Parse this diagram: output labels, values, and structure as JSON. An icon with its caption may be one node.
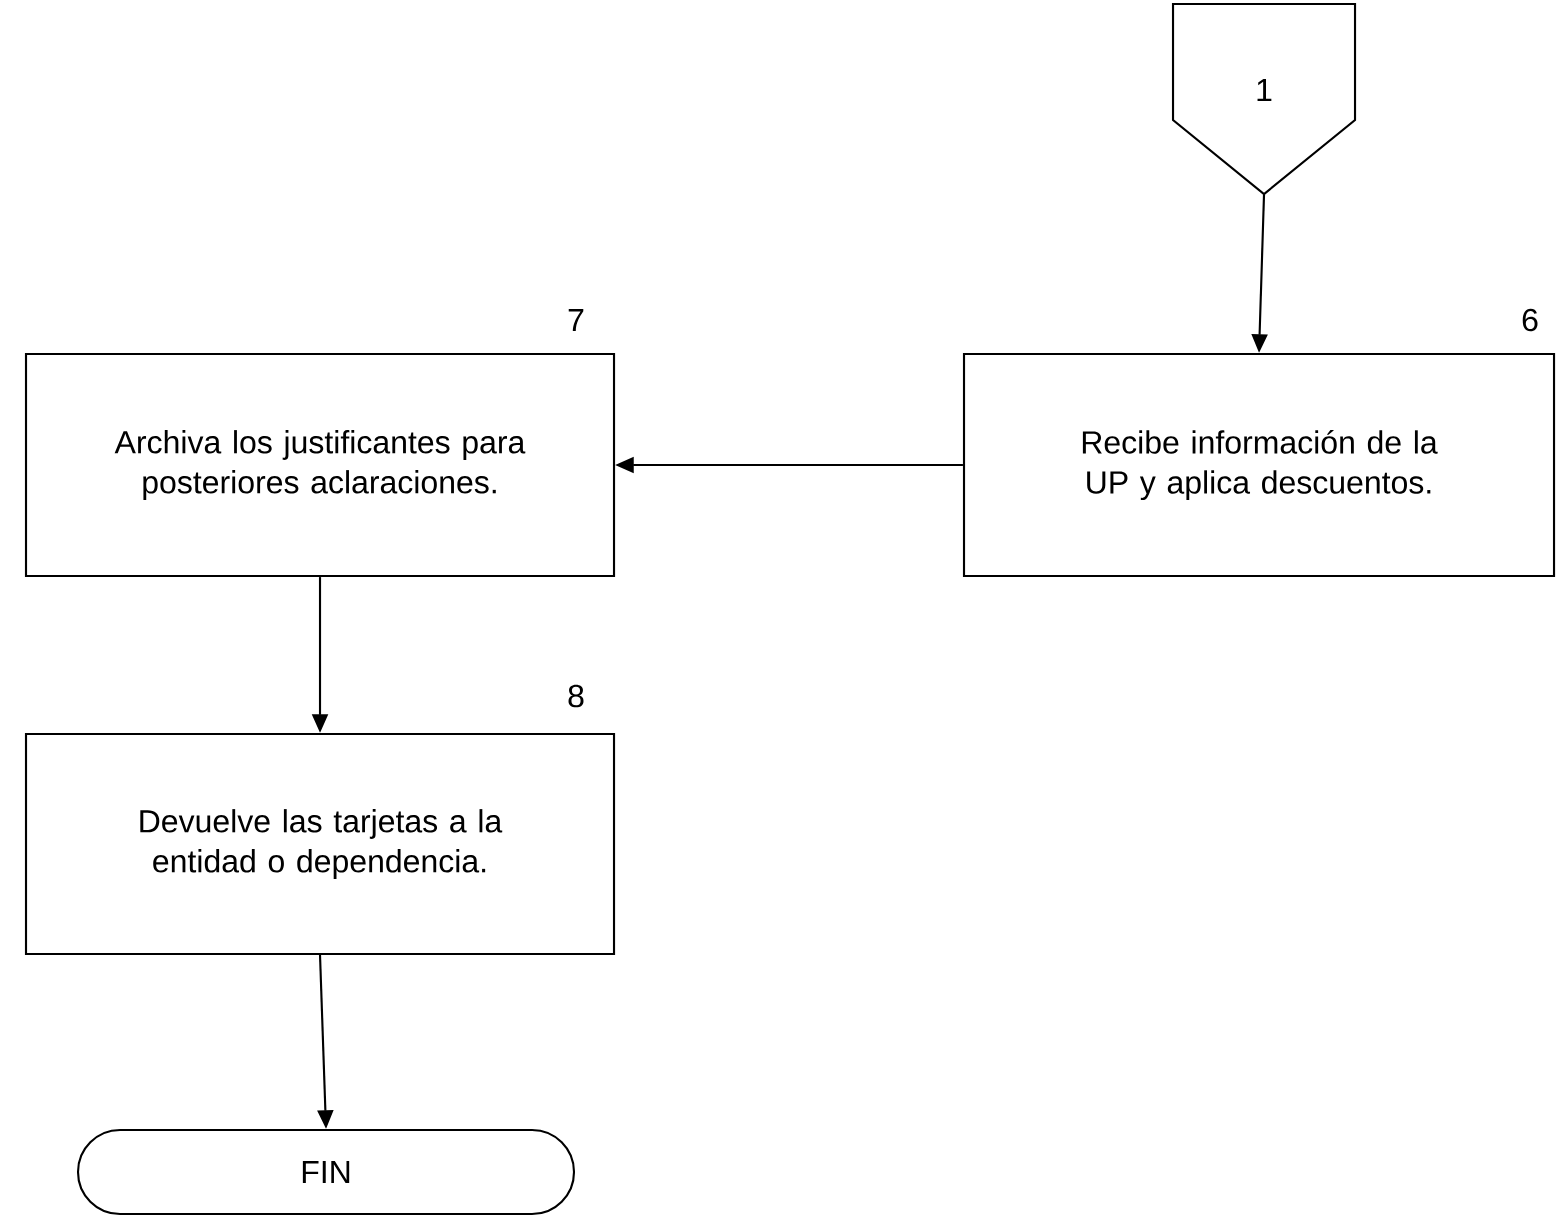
{
  "diagram": {
    "nodes": [
      {
        "text": [
          "1"
        ]
      },
      {
        "text": [
          "Recibe información de la UP y aplica descuentos."
        ],
        "beside": [
          "6"
        ]
      },
      {
        "text": [
          "Archiva los justificantes para posteriores aclaraciones."
        ],
        "beside": [
          "7"
        ]
      },
      {
        "text": [
          "Devuelve las tarjetas a la entidad o dependencia."
        ],
        "beside": [
          "8"
        ]
      },
      {
        "text": [
          "FIN"
        ]
      }
    ],
    "edges": [
      {
        "from": 0,
        "to": 1,
        "arrow": "to"
      },
      {
        "from": 1,
        "to": 2,
        "arrow": "to"
      },
      {
        "from": 2,
        "to": 3,
        "arrow": "to"
      },
      {
        "from": 3,
        "to": 4,
        "arrow": "to"
      }
    ]
  }
}
